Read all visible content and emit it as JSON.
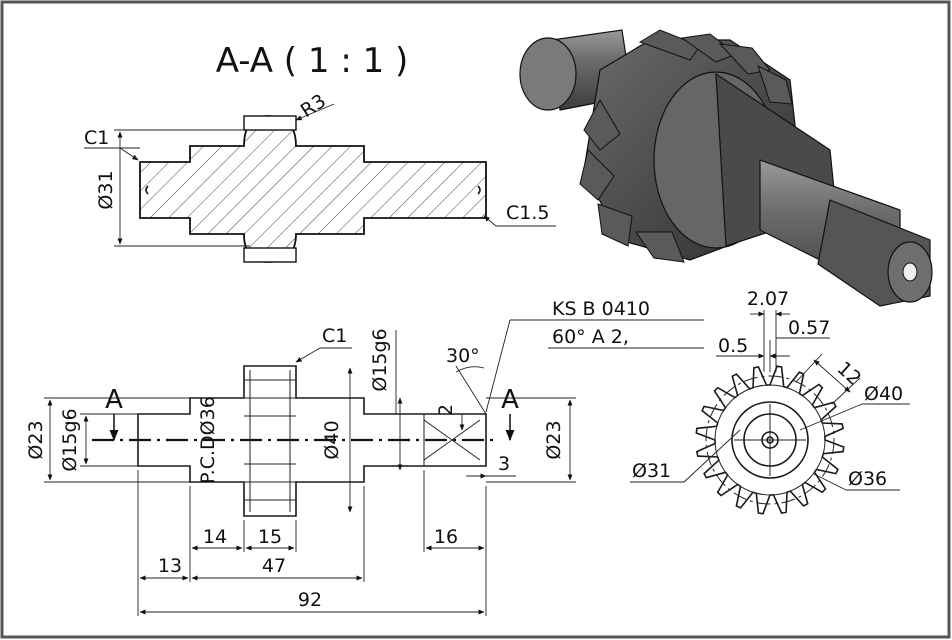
{
  "section_title": "A-A ( 1 : 1 )",
  "section_labels": {
    "chamfer_left": "C1",
    "radius": "R3",
    "diameter": "Ø31",
    "chamfer_right": "C1.5"
  },
  "front_view": {
    "section_mark_left": "A",
    "section_mark_right": "A",
    "chamfer_gear": "C1",
    "dia_left_outer": "Ø23",
    "dia_left_fit": "Ø15g6",
    "pitch_circle": "P.C.DØ36",
    "dia_gear": "Ø40",
    "dia_right_fit": "Ø15g6",
    "dia_right_outer": "Ø23",
    "angle": "30°",
    "depth": "2",
    "flat_len": "3",
    "len_hub": "14",
    "len_gear": "15",
    "len_end": "16",
    "len_shaft": "13",
    "len_mid": "47",
    "len_total": "92"
  },
  "knurl_note": {
    "standard": "KS B 0410",
    "spec": "60° A   2,"
  },
  "side_view": {
    "width_a": "2.07",
    "width_b": "0.57",
    "width_c": "0.5",
    "teeth": "12",
    "dia_outer": "Ø40",
    "dia_root": "Ø31",
    "dia_pitch": "Ø36"
  }
}
